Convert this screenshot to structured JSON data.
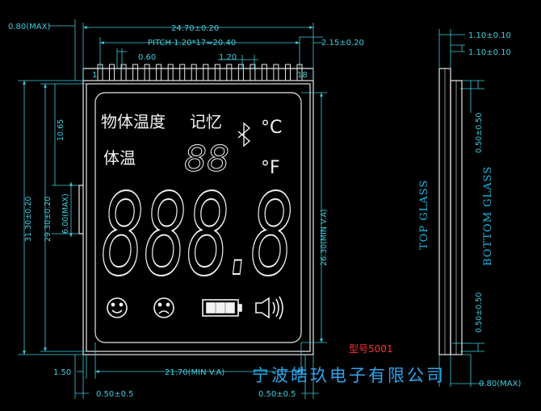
{
  "dimensions": {
    "top_overall_width": "24.70±0.20",
    "pitch": "PITCH 1.20*17=20.40",
    "pin_width": "0.60",
    "pin_spacing": "1.20",
    "pin_offset_right": "2.15±0.20",
    "max_thickness_left": "0.80(MAX)",
    "pin_first": "1",
    "pin_last": "18",
    "height_overall": "31.30±0.20",
    "height_glass": "29.30±0.20",
    "height_upper": "10.65",
    "height_tab": "6.00(MAX)",
    "viewing_height": "26.30(MIN V.A)",
    "bottom_margin_left": "1.50",
    "viewing_width": "21.70(MIN V.A)",
    "bottom_offset_left": "0.50±0.5",
    "bottom_offset_right": "0.50±0.5",
    "side_top_1": "1.10±0.10",
    "side_top_2": "1.10±0.10",
    "side_offset_top": "0.50±0.50",
    "side_offset_bottom": "0.50±0.50",
    "side_max": "0.80(MAX)"
  },
  "lcd": {
    "label_object_temp": "物体温度",
    "label_memory": "记忆",
    "label_body_temp": "体温",
    "unit_c": "°C",
    "unit_f": "°F",
    "small_digits": "88",
    "big_digits": "888.8",
    "icons": [
      "smile-face-icon",
      "sad-face-icon",
      "battery-icon",
      "speaker-icon",
      "bluetooth-icon"
    ]
  },
  "side_view": {
    "top_glass": "TOP GLASS",
    "bottom_glass": "BOTTOM GLASS"
  },
  "model_label": "型号5001",
  "company_name": "宁波皓玖电子有限公司",
  "colors": {
    "dimension_lines": "#3ccfe0",
    "outline": "#ffffff",
    "model": "#ff3030",
    "company": "#2aa6f0"
  }
}
